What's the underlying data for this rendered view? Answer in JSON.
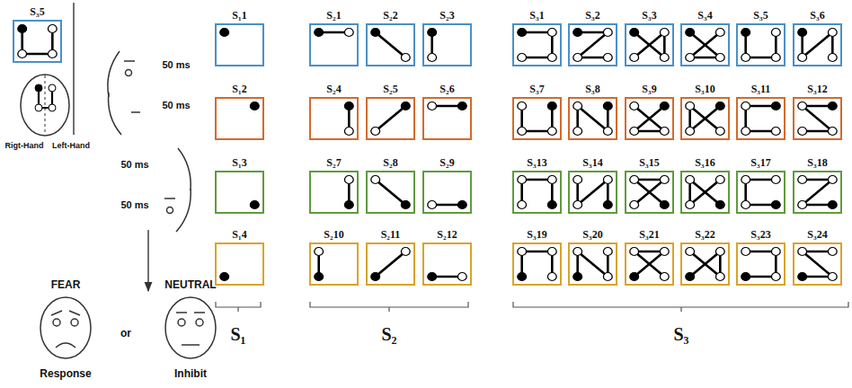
{
  "diagram": {
    "nodes": [
      {
        "text": [
          "S₃5"
        ]
      },
      {
        "text": [
          "S₁1"
        ]
      },
      {
        "text": [
          "S₂1"
        ]
      },
      {
        "text": [
          "S₂2"
        ]
      },
      {
        "text": [
          "S₂3"
        ]
      },
      {
        "text": [
          "S₃1"
        ]
      },
      {
        "text": [
          "S₃2"
        ]
      },
      {
        "text": [
          "S₃3"
        ]
      },
      {
        "text": [
          "S₃4"
        ]
      },
      {
        "text": [
          "S₃5"
        ]
      },
      {
        "text": [
          "S₃6"
        ]
      },
      {
        "text": [
          "S₁2"
        ]
      },
      {
        "text": [
          "S₂4"
        ]
      },
      {
        "text": [
          "S₂5"
        ]
      },
      {
        "text": [
          "S₂6"
        ]
      },
      {
        "text": [
          "S₃7"
        ]
      },
      {
        "text": [
          "S₃8"
        ]
      },
      {
        "text": [
          "S₃9"
        ]
      },
      {
        "text": [
          "S₃10"
        ]
      },
      {
        "text": [
          "S₃11"
        ]
      },
      {
        "text": [
          "S₃12"
        ]
      },
      {
        "text": [
          "S₁3"
        ]
      },
      {
        "text": [
          "S₂7"
        ]
      },
      {
        "text": [
          "S₂8"
        ]
      },
      {
        "text": [
          "S₂9"
        ]
      },
      {
        "text": [
          "S₃13"
        ]
      },
      {
        "text": [
          "S₃14"
        ]
      },
      {
        "text": [
          "S₃15"
        ]
      },
      {
        "text": [
          "S₃16"
        ]
      },
      {
        "text": [
          "S₃17"
        ]
      },
      {
        "text": [
          "S₃18"
        ]
      },
      {
        "text": [
          "S₁4"
        ]
      },
      {
        "text": [
          "S₂10"
        ]
      },
      {
        "text": [
          "S₂11"
        ]
      },
      {
        "text": [
          "S₂12"
        ]
      },
      {
        "text": [
          "S₃19"
        ]
      },
      {
        "text": [
          "S₃20"
        ]
      },
      {
        "text": [
          "S₃21"
        ]
      },
      {
        "text": [
          "S₃22"
        ]
      },
      {
        "text": [
          "S₃23"
        ]
      },
      {
        "text": [
          "S₃24"
        ]
      }
    ],
    "labels": [
      "Rigt-Hand",
      "Left-Hand",
      "50 ms",
      "50 ms",
      "50 ms",
      "50 ms",
      "FEAR",
      "NEUTRAL",
      "or",
      "Response",
      "Inhibit",
      "S₁",
      "S₂",
      "S₃"
    ]
  }
}
